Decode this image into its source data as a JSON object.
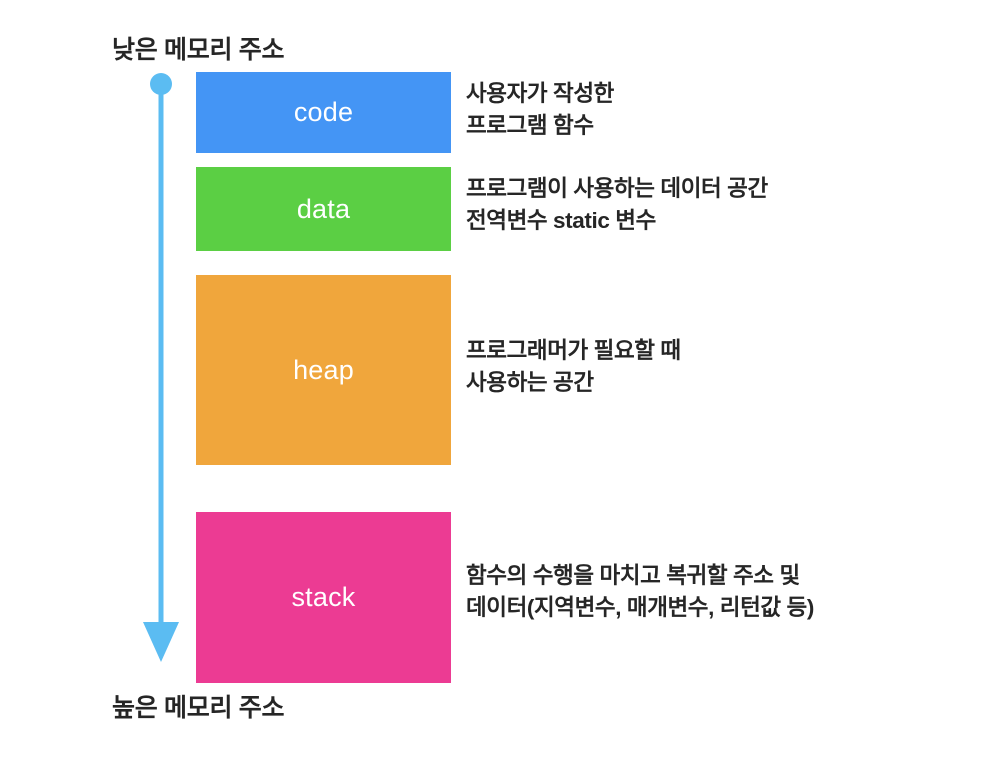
{
  "diagram": {
    "title_semantics": "process-memory-layout",
    "background_color": "#ffffff",
    "address_axis": {
      "top_label": "낮은 메모리 주소",
      "bottom_label": "높은 메모리 주소",
      "arrow_color": "#5bbcf2",
      "direction": "downward"
    },
    "segments": [
      {
        "key": "code",
        "label": "code",
        "color": "#4495f5",
        "note_lines": [
          "사용자가 작성한",
          "프로그램 함수"
        ]
      },
      {
        "key": "data",
        "label": "data",
        "color": "#5bcf44",
        "note_lines": [
          "프로그램이 사용하는 데이터 공간",
          "전역변수 static 변수"
        ]
      },
      {
        "key": "heap",
        "label": "heap",
        "color": "#f0a63c",
        "note_lines": [
          "프로그래머가 필요할 때",
          "사용하는 공간"
        ]
      },
      {
        "key": "stack",
        "label": "stack",
        "color": "#ec3b93",
        "note_lines": [
          "함수의 수행을 마치고 복귀할 주소 및",
          "데이터(지역변수, 매개변수, 리턴값 등)"
        ]
      }
    ]
  }
}
